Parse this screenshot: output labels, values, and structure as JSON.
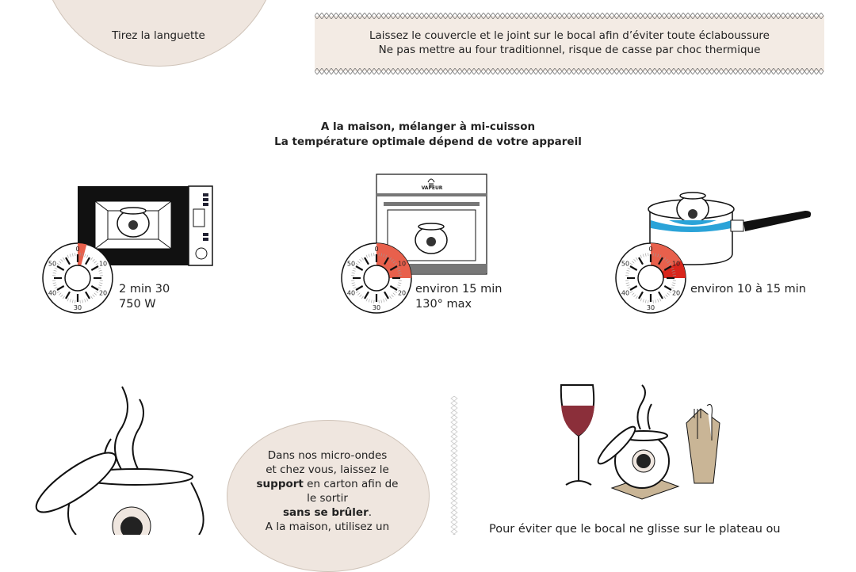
{
  "top_bubble": {
    "text": "Tirez la languette"
  },
  "banner": {
    "line1": "Laissez le couvercle et le joint sur le bocal afin d’éviter toute éclaboussure",
    "line2": "Ne pas mettre  au four traditionnel, risque de casse par choc thermique"
  },
  "heading": {
    "line1": "A la maison, mélanger à mi-cuisson",
    "line2": "La température optimale dépend de votre appareil"
  },
  "methods": [
    {
      "appliance": "microwave",
      "time": "2 min 30",
      "detail": "750 W",
      "timer_minutes": 2.5
    },
    {
      "appliance": "steam-oven",
      "oven_label": "VAPEUR",
      "time": "environ 15 min",
      "detail": "130° max",
      "timer_minutes": 15
    },
    {
      "appliance": "saucepan",
      "time": "environ  10 à 15 min",
      "detail": "",
      "timer_minutes": 15,
      "timer_min_minutes": 10
    }
  ],
  "timer": {
    "labels": [
      "0",
      "10",
      "20",
      "30",
      "40",
      "50"
    ],
    "fill_color": "#e8604c",
    "dark_fill_color": "#d9261c"
  },
  "bottom_bubble": {
    "l1": "Dans nos micro-ondes",
    "l2": "et chez vous, laissez le",
    "l3_bold": "support",
    "l3_rest": " en carton afin de",
    "l4": "le sortir",
    "l5_bold": "sans se brûler",
    "l5_rest": ".",
    "l6": "A la maison, utilisez un"
  },
  "bottom_right": {
    "text": "Pour éviter que le bocal ne glisse sur le plateau ou"
  },
  "colors": {
    "beige": "#efe6df",
    "wine": "#8b2f3a",
    "napkin": "#c9b596",
    "water": "#2aa3d8"
  }
}
